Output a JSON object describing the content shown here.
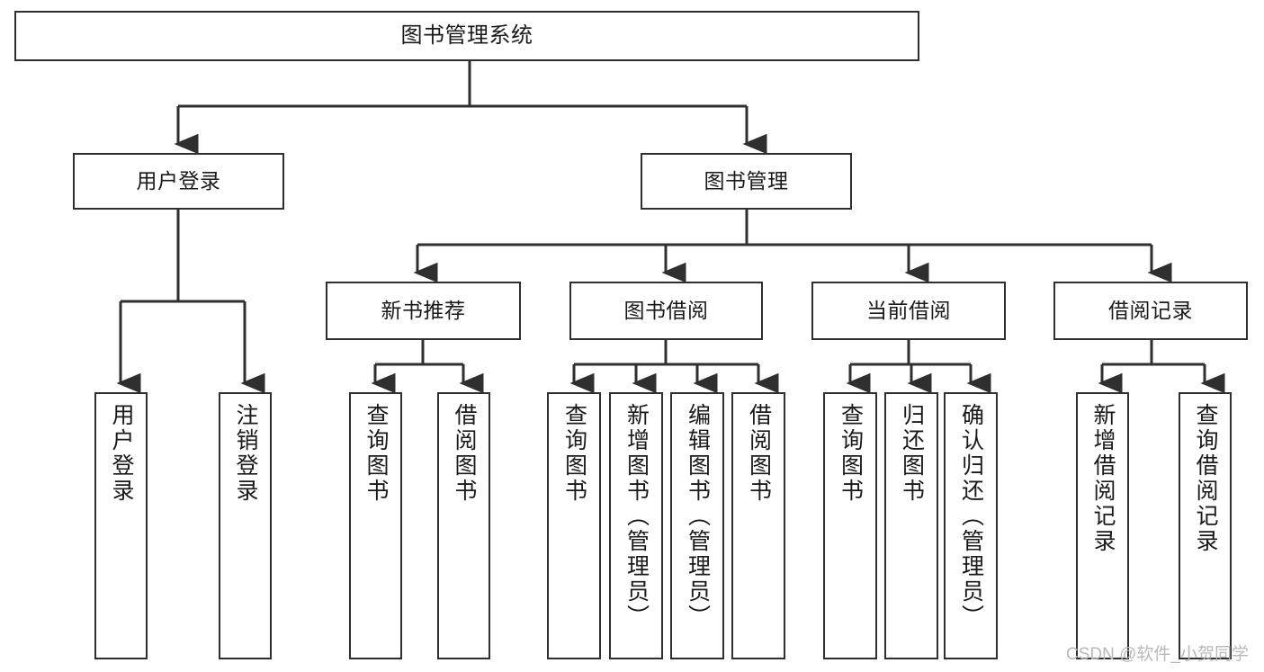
{
  "diagram": {
    "type": "tree-hierarchy",
    "title": "图书管理系统",
    "root": {
      "id": "root",
      "label": "图书管理系统"
    },
    "level2": [
      {
        "id": "user-login",
        "label": "用户登录"
      },
      {
        "id": "book-management",
        "label": "图书管理"
      }
    ],
    "level3": [
      {
        "id": "new-book-recommend",
        "label": "新书推荐",
        "parent": "book-management"
      },
      {
        "id": "book-borrow",
        "label": "图书借阅",
        "parent": "book-management"
      },
      {
        "id": "current-borrow",
        "label": "当前借阅",
        "parent": "book-management"
      },
      {
        "id": "borrow-record",
        "label": "借阅记录",
        "parent": "book-management"
      }
    ],
    "leaves": [
      {
        "id": "leaf-user-login",
        "label": "用户登录",
        "parent": "user-login"
      },
      {
        "id": "leaf-logout-login",
        "label": "注销登录",
        "parent": "user-login"
      },
      {
        "id": "leaf-query-book-1",
        "label": "查询图书",
        "parent": "new-book-recommend"
      },
      {
        "id": "leaf-borrow-book-1",
        "label": "借阅图书",
        "parent": "new-book-recommend"
      },
      {
        "id": "leaf-query-book-2",
        "label": "查询图书",
        "parent": "book-borrow"
      },
      {
        "id": "leaf-add-book",
        "label": "新增图书（管理员）",
        "parent": "book-borrow"
      },
      {
        "id": "leaf-edit-book",
        "label": "编辑图书（管理员）",
        "parent": "book-borrow"
      },
      {
        "id": "leaf-borrow-book-2",
        "label": "借阅图书",
        "parent": "book-borrow"
      },
      {
        "id": "leaf-query-book-3",
        "label": "查询图书",
        "parent": "current-borrow"
      },
      {
        "id": "leaf-return-book",
        "label": "归还图书",
        "parent": "current-borrow"
      },
      {
        "id": "leaf-confirm-return",
        "label": "确认归还（管理员）",
        "parent": "current-borrow"
      },
      {
        "id": "leaf-add-record",
        "label": "新增借阅记录",
        "parent": "borrow-record"
      },
      {
        "id": "leaf-query-record",
        "label": "查询借阅记录",
        "parent": "borrow-record"
      }
    ],
    "watermark": "CSDN @软件_小贺同学",
    "colors": {
      "border": "#2f2f2f",
      "background": "#ffffff",
      "text": "#1a1a1a",
      "watermark": "#b9b9b9"
    }
  }
}
